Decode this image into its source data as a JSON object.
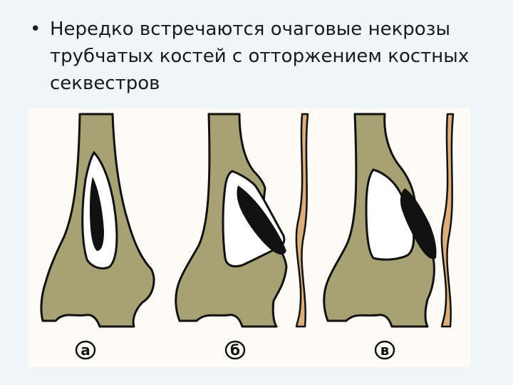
{
  "slide": {
    "bullet_symbol": "•",
    "bullet_text": "Нередко встречаются очаговые некрозы трубчатых костей с отторжением костных секвестров"
  },
  "figure": {
    "panel_labels": [
      "а",
      "б",
      "в"
    ],
    "colors": {
      "bone": "#a7a273",
      "outline": "#111111",
      "cavity": "#ffffff",
      "sequestrum": "#111111",
      "skin_strip": "#dcae7c",
      "background": "#fcfbf5"
    }
  }
}
